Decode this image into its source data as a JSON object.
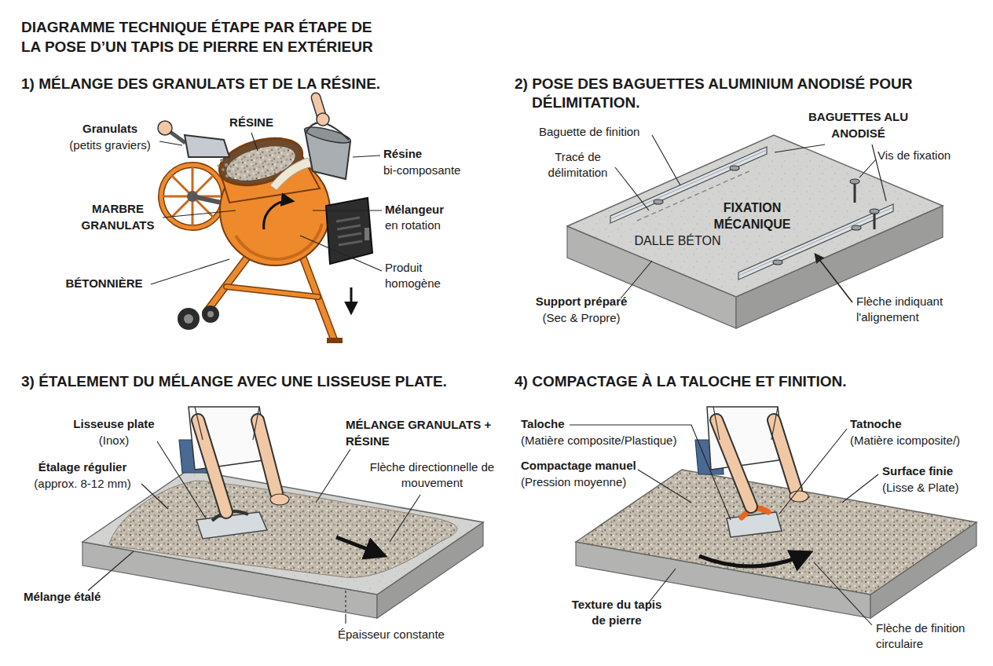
{
  "diagram": {
    "title": "DIAGRAMME TECHNIQUE ÉTAPE PAR ÉTAPE DE LA POSE D’UN TAPIS DE PIERRE EN EXTÉRIEUR",
    "labels": [
      "1) MÉLANGE DES GRANULATS ET DE LA RÉSINE.",
      "Granulats",
      "(petits graviers)",
      "RÉSINE",
      "Résine",
      "bi-composante",
      "MARBRE GRANULATS",
      "Mélangeur",
      "en rotation",
      "BÉTONNIÈRE",
      "Produit homogène",
      "2) POSE DES BAGUETTES ALUMINIUM ANODISÉ POUR DÉLIMITATION.",
      "Baguette de finition",
      "Tracé de délimitation",
      "BAGUETTES ALU ANODISÉ",
      "Vis de fixation",
      "FIXATION MÉCANIQUE",
      "DALLE BÉTON",
      "Support préparé",
      "(Sec & Propre)",
      "Flèche indiquant l'alignement",
      "3) ÉTALEMENT DU MÉLANGE AVEC UNE LISSEUSE PLATE.",
      "Lisseuse plate",
      "(Inox)",
      "MÉLANGE GRANULATS + RÉSINE",
      "Étalage régulier",
      "(approx. 8-12 mm)",
      "Flèche directionnelle de mouvement",
      "Mélange étalé",
      "Épaisseur constante",
      "4) COMPACTAGE À LA TALOCHE ET FINITION.",
      "Taloche",
      "(Matière composite/Plastique)",
      "Tatnoche",
      "(Matière icomposite/)",
      "Compactage manuel",
      "(Pression moyenne)",
      "Surface finie",
      "(Lisse & Plate)",
      "Texture du tapis de pierre",
      "Flèche de finition circulaire"
    ]
  }
}
